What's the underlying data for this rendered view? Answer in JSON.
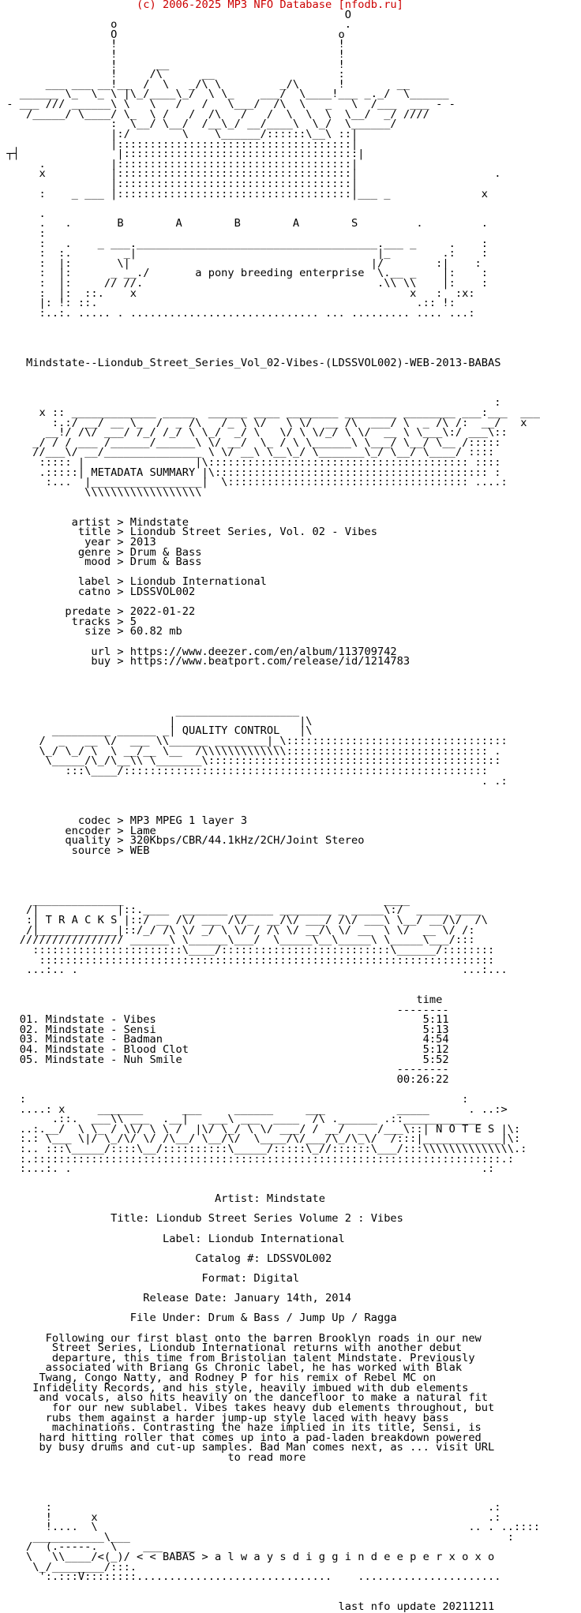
{
  "header": "                     (c) 2006-2025 MP3 NFO Database [nfodb.ru]",
  "colors": {
    "background": "#ffffff",
    "text": "#000000",
    "header": "#cc0000"
  },
  "nfo_lines": [
    "                                                     O",
    "                 o                                   .",
    "                 O                                  o",
    "                 !                                  !",
    "                 !                                  !",
    "                 !      __                          !",
    "                 !     /\\      __                   :",
    "       ___ ___ __!__  /  \\   _/\\ \\         _/\\      !        __",
    "   ______ \\_  \\_ \\ |\\_/____\\_/  \\ \\_    ___/  \\____!___ _._/  \\______",
    " - ___ /// ______\\ \\   \\   /   /   \\___/  /\\  \\   _   \\  /___  ___ - -",
    "    /_____/ \\____/ \\_  \\ /   /  /\\   /   /  \\  \\  \\  \\__/  _/ //// ",
    "                 :  \\__/ \\__/  /__\\_/ __/____\\  \\_/  \\______/",
    "                 |:/        \\    \\______/::::::\\__\\ ::|",
    "                 |::::::::::::::::::::::::::::::::::::|",
    " ┬┤               |::::::::::::::::::::::::::::::::::::|",
    "      .          |::::::::::::::::::::::::::::::::::::|",
    "      x          |::::::::::::::::::::::::::::::::::::|                     .",
    "                 |::::::::::::::::::::::::::::::::::::|",
    "      :    _ ___ |::::::::::::::::::::::::::::::::::::|___ _              x",
    "",
    "      .",
    "      .   .       B        A        B        A        S         .         .",
    "      :",
    "      :   .    _ ___._____________________________________.___ _     .    :",
    "      :  :.        _|                                     |_        .:    :",
    "      :  |:       \\|                                     |/        :|    :",
    "      :  |:      _ __./       a pony breeding enterprise  \\.__ _    |:    :",
    "      :  |:     // //.                                    .\\\\ \\\\    |:    :",
    "      :  |:  ::.    x                                          x   :  :x:",
    "      |: !: ::.                                                 .:: !:",
    "      :..:. ..... . ............................. ... ......... .... ...:",
    "",
    "",
    "",
    "",
    "    Mindstate--Liondub_Street_Series_Vol_02-Vibes-(LDSSVOL002)-WEB-2013-BABAS",
    "",
    "",
    "",
    "                                                                            :",
    "      x :: _____________ _____  ______ ____ ________ ________ ________ ___:___  ___",
    "        :.:/ __/ __ \\_  /  _ /\\   /_ \\ \\/   \\ \\/  __ /\\  ___/ \\  _ /\\ /:  __/   x",
    "       __!/ /\\/ ___/ /_/ /_/ \\ \\_/  _/ \\   \\/ \\ \\/_/ \\ \\/  __ \\ \\___\\:/ ___\\::",
    "     _/ / / ___ /______/______\\ \\/ __/  \\_ / \\ \\______\\ \\___/ \\__/ \\__ /:::::",
    "     //___\\/ __/_______________ \\ \\/ __\\ \\__\\_/ \\_______\\_/ \\__/ \\____/ ::::",
    "      ::::: |                 |\\:::::::::::::::::::::::::::::::::::::::: ::::",
    "      .:::::| METADATA SUMMARY |\\:::::::::::::::::::::::::::::::::::::::::: :",
    "       :...  |_________________|  \\::::::::::::::::::::::::::::::::::::: ....:",
    "             \\\\\\\\\\\\\\\\\\\\\\\\\\\\\\\\\\\\",
    "",
    "",
    "           artist > Mindstate",
    "            title > Liondub Street Series, Vol. 02 - Vibes",
    "             year > 2013",
    "            genre > Drum & Bass",
    "             mood > Drum & Bass",
    "",
    "            label > Liondub International",
    "            catno > LDSSVOL002",
    "",
    "          predate > 2022-01-22",
    "           tracks > 5",
    "             size > 60.82 mb",
    "",
    "              url > https://www.deezer.com/en/album/113709742",
    "              buy > https://www.beatport.com/release/id/1214783",
    "",
    "",
    "",
    "",
    "                           ___________________",
    "                          |                   |\\",
    "        _________ ______ _| QUALITY CONTROL   |\\",
    "      /  _   __ \\/  ___ \\\\______ ________|_\\::::::::::::::::::::::::::::::::::",
    "      \\_/ \\_/ \\  \\ __/__ \\__  /\\\\\\\\\\\\\\\\\\\\\\\\\\::::::::::::::::::::::::::::::: .",
    "       \\_____/\\_/\\__\\\\ \\_______\\:::::::::::::::::::::::::::::::::::::::::::::",
    "          :::\\____/::::::::::::::::::::::::::::::::::::::::::::::::::::::::",
    "                                                                          . .:",
    "",
    "",
    "",
    "            codec > MP3 MPEG 1 layer 3",
    "          encoder > Lame",
    "          quality > 320Kbps/CBR/44.1kHz/2CH/Joint Stereo",
    "           source > WEB",
    "",
    "",
    "",
    "",
    "     ______________                                        ____",
    "    /|            |::.____  _______ ______ ________ _ _____\\:/  _____ ____",
    "    :| T R A C K S |::/ __ /\\/ ___ /\\/_  __/\\/ ___/ /\\/ ___\\ \\__/ __/\\/  /\\",
    "    /|____________|::/_/ /\\ \\/ _/ \\ \\/ / /\\ \\/ __/\\ \\/ __  \\ \\/  __ \\/ /:",
    "   //////////////// ______\\ \\______\\___/  \\_____\\__\\_____\\ \\_____\\___/:::",
    "     :::::::::::::::::::::::\\____/::::::::::::::::::::::::::\\______/::::::::",
    "      ::::::::::::::::::::::::::::::::::::::::::::::::::::::::::::::::::::::",
    "    ...:.. .                                                           ...:...",
    "",
    "",
    "                                                                time",
    "                                                             --------",
    "   01. Mindstate - Vibes                                         5:11",
    "   02. Mindstate - Sensi                                         5:13",
    "   03. Mindstate - Badman                                        4:54",
    "   04. Mindstate - Blood Clot                                    5:12",
    "   05. Mindstate - Nuh Smile                                     5:52",
    "                                                             --------",
    "                                                             00:26:22",
    "",
    "   :                                                                   :",
    "   ....: x     _______      ___     ______     ___           _____      . ..:>",
    "        .::.  ___\\\\ ___  .__|   ___\\ ___  ____  /\\ .______ .::____________",
    "   ..:.__/  \\ \\_ / \\\\/ \\ \\ /  |\\/ \\_/ \\ \\/ ___/ / __/  _  /___\\::| N O T E S |\\:",
    "   :.: \\___ \\|/ \\_/\\/ \\/ /\\__/ \\__/\\/  \\____/\\/___/\\_/\\_\\/  /:::|____________|\\:",
    "   :.. :::\\_____/::::\\__/::::::::::\\_____/:::::\\_//::::::\\___/:::\\\\\\\\\\\\\\\\\\\\\\\\\\\\.:",
    "   :.::::::::::::::::::::::::::::::::::::::::::::::::::::::::::::::::::::::::.:",
    "   :...:. .                                                               .:",
    "",
    "",
    "                                 Artist: Mindstate",
    "",
    "                 Title: Liondub Street Series Volume 2 : Vibes",
    "",
    "                         Label: Liondub International",
    "",
    "                              Catalog #: LDSSVOL002",
    "",
    "                               Format: Digital",
    "",
    "                      Release Date: January 14th, 2014",
    "",
    "                    File Under: Drum & Bass / Jump Up / Ragga",
    "",
    "       Following our first blast onto the barren Brooklyn roads in our new",
    "        Street Series, Liondub International returns with another debut",
    "        departure, this time from Bristolian talent Mindstate. Previously",
    "       associated with Briang Gs Chronic label, he has worked with Blak",
    "      Twang, Congo Natty, and Rodney P for his remix of Rebel MC on",
    "     Infidelity Records, and his style, heavily imbued with dub elements",
    "      and vocals, also hits heavily on the dancefloor to make a natural fit",
    "        for our new sublabel. Vibes takes heavy dub elements throughout, but",
    "       rubs them against a harder jump-up style laced with heavy bass",
    "        machinations. Contrasting the haze implied in its title, Sensi, is",
    "      hard hitting roller that comes up into a pad-laden breakdown powered",
    "      by busy drums and cut-up samples. Bad Man comes next, as ... visit URL",
    "                                   to read more",
    "",
    "",
    "",
    "",
    "       :                                                                   .:",
    "       !      x                                                            .:",
    "       !....  \\                                                         .. . ..::::",
    "     ___________\\___                                                          :",
    "    /  (.-----.  \\    ___  ___",
    "    \\   \\\\____/<(_)/ < < BABAS > a l w a y s d i g g i n d e e p e r x o x o",
    "     \\_/________/:::.",
    "      ':.:::V::::::::..............................    ......................",
    "",
    "",
    "                                                    last nfo update 20211211"
  ]
}
